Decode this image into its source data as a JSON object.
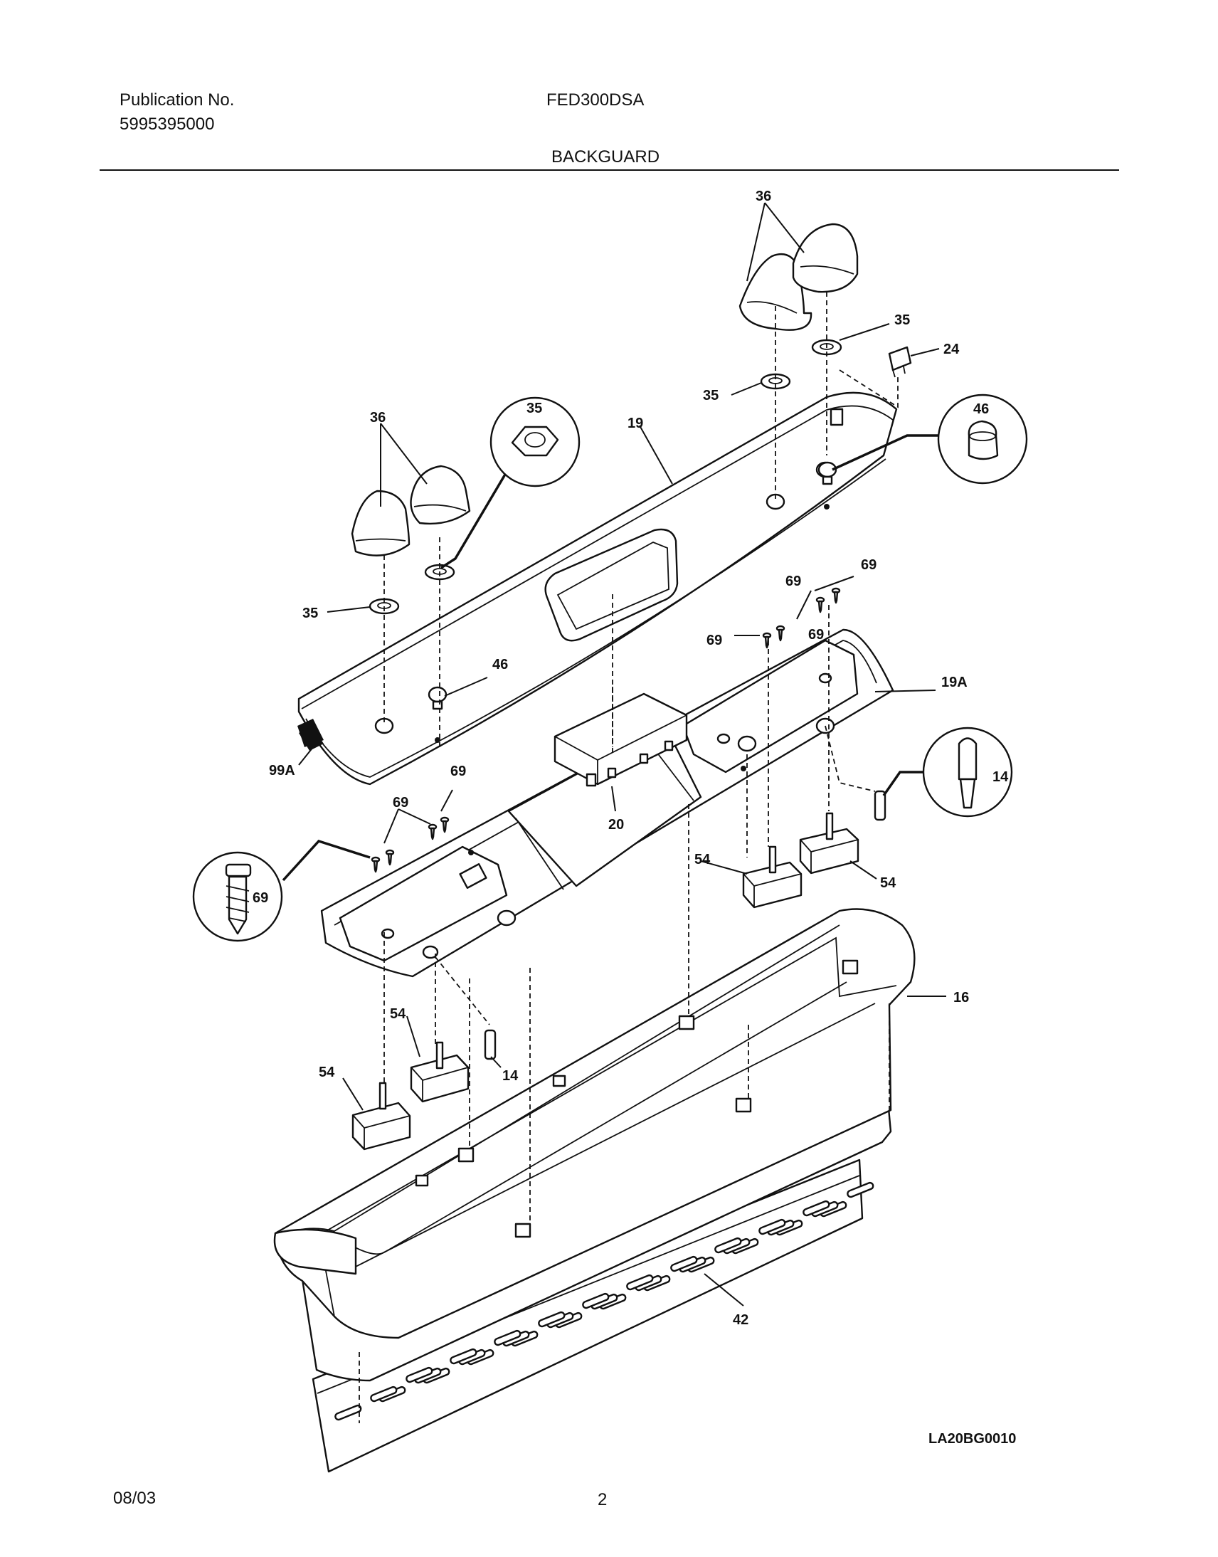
{
  "header": {
    "publication_label": "Publication No.",
    "publication_number": "5995395000",
    "model": "FED300DSA",
    "section_title": "BACKGUARD"
  },
  "footer": {
    "date": "08/03",
    "page": "2"
  },
  "diagram": {
    "drawing_id": "LA20BG0010",
    "callouts": [
      "36",
      "35",
      "24",
      "35",
      "36",
      "35",
      "19",
      "46",
      "35",
      "46",
      "69",
      "69",
      "69",
      "69",
      "19A",
      "99A",
      "69",
      "69",
      "20",
      "14",
      "69",
      "54",
      "54",
      "16",
      "54",
      "54",
      "14",
      "42"
    ]
  }
}
